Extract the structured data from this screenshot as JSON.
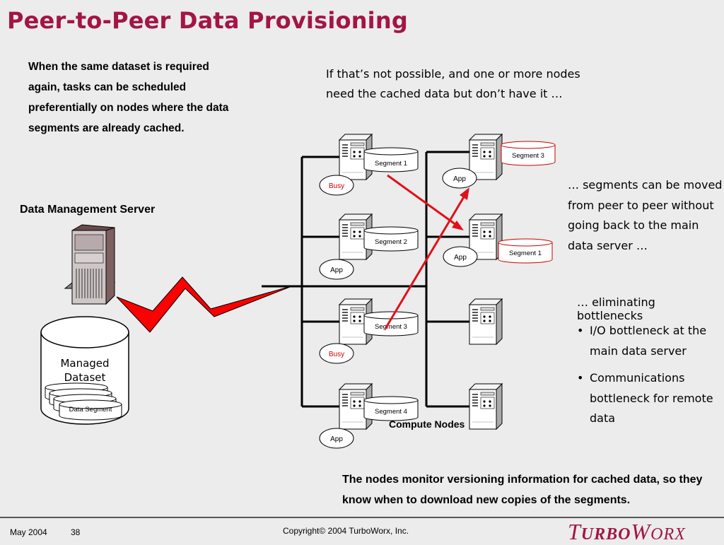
{
  "slide": {
    "title": "Peer-to-Peer Data Provisioning",
    "intro": "When the same dataset is required again, tasks can be scheduled preferentially on nodes where the data segments are already cached.",
    "dms_label": "Data Management Server",
    "right_intro": "If that’s not possible, and one or more nodes need the cached data but don’t have it …",
    "moved_text": "… segments can be moved from peer to peer without going back to the main data server …",
    "elim_heading": "… eliminating bottlenecks",
    "bullets": [
      "I/O bottleneck at the main data server",
      "Communications bottleneck for remote data"
    ],
    "monitor_text": "The nodes monitor versioning information for cached data, so they know when to download new copies of the segments.",
    "compute_label": "Compute Nodes"
  },
  "dataset": {
    "label_line1": "Managed",
    "label_line2": "Dataset",
    "segment_label": "Data Segment"
  },
  "nodes": {
    "left": [
      {
        "segment": "Segment 1",
        "status": "Busy",
        "status_color": "#cc0000"
      },
      {
        "segment": "Segment 2",
        "status": "App",
        "status_color": "#000000"
      },
      {
        "segment": "Segment 3",
        "status": "Busy",
        "status_color": "#cc0000"
      },
      {
        "segment": "Segment 4",
        "status": "App",
        "status_color": "#000000"
      }
    ],
    "right": [
      {
        "segment": "Segment 3",
        "segment_color": "#cc0000",
        "status": "App"
      },
      {
        "segment": "Segment 1",
        "segment_color": "#cc0000",
        "status": "App"
      }
    ]
  },
  "footer": {
    "date": "May 2004",
    "page": "38",
    "copyright": "Copyright© 2004 TurboWorx, Inc.",
    "logo_t": "T",
    "logo_urbo": "URBO",
    "logo_w": "W",
    "logo_orx": "ORX"
  },
  "colors": {
    "title": "#a31545",
    "arrow": "#e0101a",
    "bolt": "#ff0000"
  }
}
